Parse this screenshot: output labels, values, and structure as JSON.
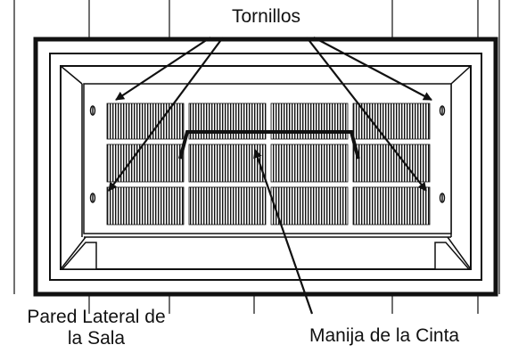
{
  "labels": {
    "screws": "Tornillos",
    "side_wall_line1": "Pared Lateral de",
    "side_wall_line2": "la Sala",
    "strap_handle": "Manija de la Cinta"
  },
  "grille": {
    "rows": 3,
    "columns": 4
  },
  "colors": {
    "line": "#111111",
    "background": "#ffffff"
  }
}
